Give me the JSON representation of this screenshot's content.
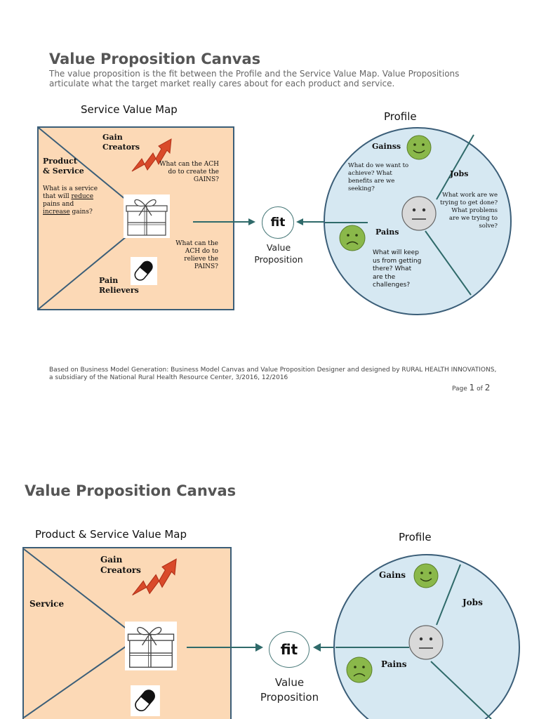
{
  "page1": {
    "title": "Value Proposition Canvas",
    "subtitle_line1": "The value proposition is the fit between the Profile and the Service Value Map.  Value Propositions",
    "subtitle_line2": "articulate what the target market really cares about for each product and service.",
    "map_heading": "Service Value Map",
    "profile_heading": "Profile",
    "gain_creators_1": "Gain",
    "gain_creators_2": "Creators",
    "product_service_1": "Product",
    "product_service_2": "& Service",
    "service_q1": "What is a service",
    "service_q2_a": "that will ",
    "service_q2_u": "reduce",
    "service_q3": "pains and",
    "service_q4_u": "increase",
    "service_q4_b": " gains?",
    "gains_q1": "What can the ACH",
    "gains_q2": "do to create the",
    "gains_q3": "GAINS?",
    "pains_q1": "What can the",
    "pains_q2": "ACH do to",
    "pains_q3": "relieve the",
    "pains_q4": "PAINS?",
    "pain_relievers_1": "Pain",
    "pain_relievers_2": "Relievers",
    "fit": "fit",
    "value_prop_1": "Value",
    "value_prop_2": "Proposition",
    "gains_label": "Gainss",
    "gains_desc_1": "What do we want to",
    "gains_desc_2": "achieve?  What",
    "gains_desc_3": "benefits are we",
    "gains_desc_4": "seeking?",
    "jobs_label": "Jobs",
    "jobs_desc_1": "What work are we",
    "jobs_desc_2": "trying to get done?",
    "jobs_desc_3": "What problems",
    "jobs_desc_4": "are we trying to",
    "jobs_desc_5": "solve?",
    "pains_label": "Pains",
    "pains_desc_1": "What will keep",
    "pains_desc_2": "us from getting",
    "pains_desc_3": "there?  What",
    "pains_desc_4": "are the",
    "pains_desc_5": "challenges?",
    "footer_1": "Based on Business Model Generation: Business Model Canvas and Value Proposition Designer and designed by RURAL HEALTH INNOVATIONS,",
    "footer_2": "a subsidiary of the National Rural Health Resource Center, 3/2016, 12/2016",
    "page_label": "Page ",
    "page_num": "1",
    "page_of": " of ",
    "page_total": "2"
  },
  "page2": {
    "title": "Value Proposition Canvas",
    "map_heading": "Product & Service Value Map",
    "profile_heading": "Profile",
    "gain_creators_1": "Gain",
    "gain_creators_2": "Creators",
    "service_label": "Service",
    "fit": "fit",
    "value_prop_1": "Value",
    "value_prop_2": "Proposition",
    "gains_label": "Gains",
    "jobs_label": "Jobs",
    "pains_label": "Pains"
  },
  "colors": {
    "map_fill": "#fcd9b6",
    "border": "#3b5e78",
    "profile_fill": "#d6e8f2",
    "arrow": "#2f6a6a",
    "smiley": "#8ab84a",
    "neutral_face": "#d9d9d9",
    "lightning": "#d94a2a"
  },
  "icons": [
    "gift-icon",
    "lightning-arrow-icon",
    "pill-icon",
    "happy-face-icon",
    "sad-face-icon",
    "neutral-face-icon"
  ]
}
